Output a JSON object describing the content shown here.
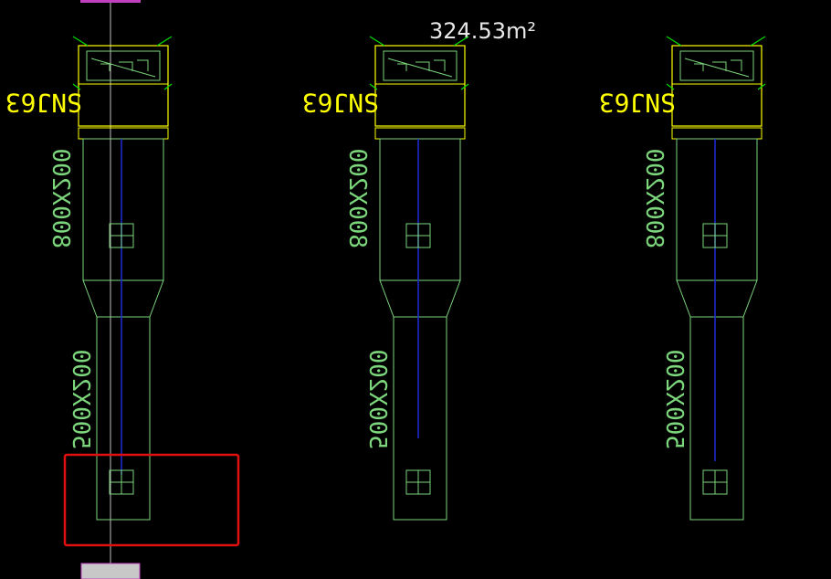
{
  "drawing": {
    "area_label": "324.53m²",
    "units": [
      {
        "id": "unit-1",
        "tag_text": "SNJ63",
        "upper_size": "800X200",
        "lower_size": "500X200",
        "highlighted": true
      },
      {
        "id": "unit-2",
        "tag_text": "SNJ63",
        "upper_size": "800X200",
        "lower_size": "500X200",
        "highlighted": false
      },
      {
        "id": "unit-3",
        "tag_text": "SNJ63",
        "upper_size": "800X200",
        "lower_size": "500X200",
        "highlighted": false
      }
    ]
  },
  "colors": {
    "background": "#000000",
    "outline": "#7cd67c",
    "tag": "#ffff00",
    "centerline": "#1f2ad8",
    "dim_arrow": "#00e000",
    "highlight": "#e01010",
    "magenta": "#c040c0",
    "grip": "#c8c8c8"
  }
}
